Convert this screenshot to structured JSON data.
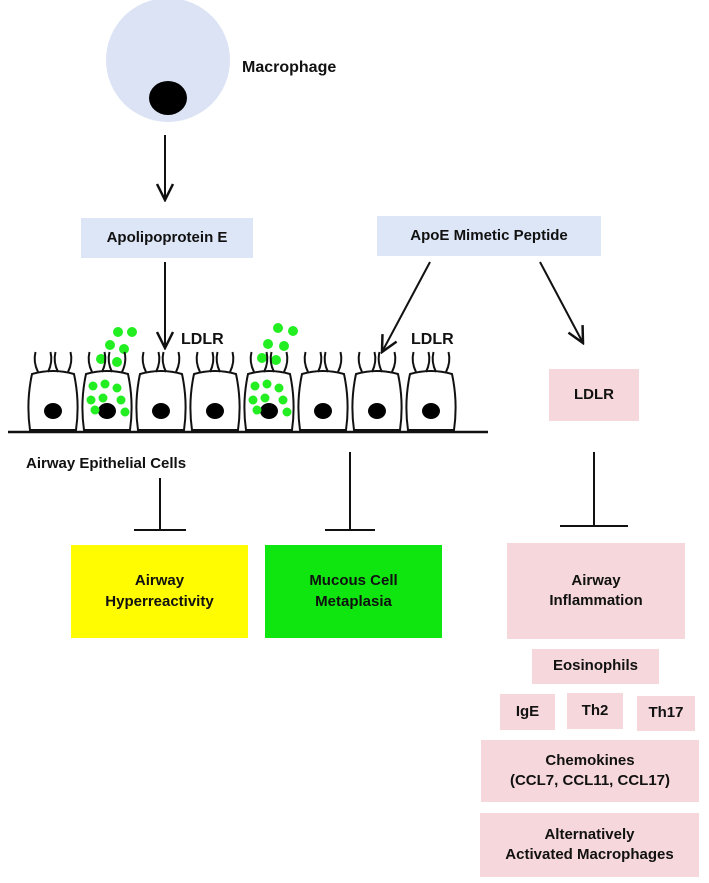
{
  "labels": {
    "macrophage": "Macrophage",
    "ldlr_left": "LDLR",
    "ldlr_right": "LDLR",
    "airway_epithelial_cells": "Airway Epithelial Cells"
  },
  "boxes": {
    "apolipoprotein_e": "Apolipoprotein E",
    "apoe_mimetic_peptide": "ApoE Mimetic Peptide",
    "ldlr": "LDLR",
    "airway_hyperreactivity": [
      "Airway",
      "Hyperreactivity"
    ],
    "mucous_cell_metaplasia": [
      "Mucous Cell",
      "Metaplasia"
    ],
    "airway_inflammation": [
      "Airway",
      "Inflammation"
    ],
    "eosinophils": "Eosinophils",
    "ige": "IgE",
    "th2": "Th2",
    "th17": "Th17",
    "chemokines": [
      "Chemokines",
      "(CCL7, CCL11, CCL17)"
    ],
    "alt_macrophages": [
      "Alternatively",
      "Activated Macrophages"
    ]
  },
  "colors": {
    "macrophage_fill": "#dbe3f5",
    "blue_box": "#dde6f7",
    "pink_box": "#f6d8dc",
    "yellow_box": "#fffb00",
    "green_box": "#0fe60f",
    "dots": "#22ee22"
  }
}
